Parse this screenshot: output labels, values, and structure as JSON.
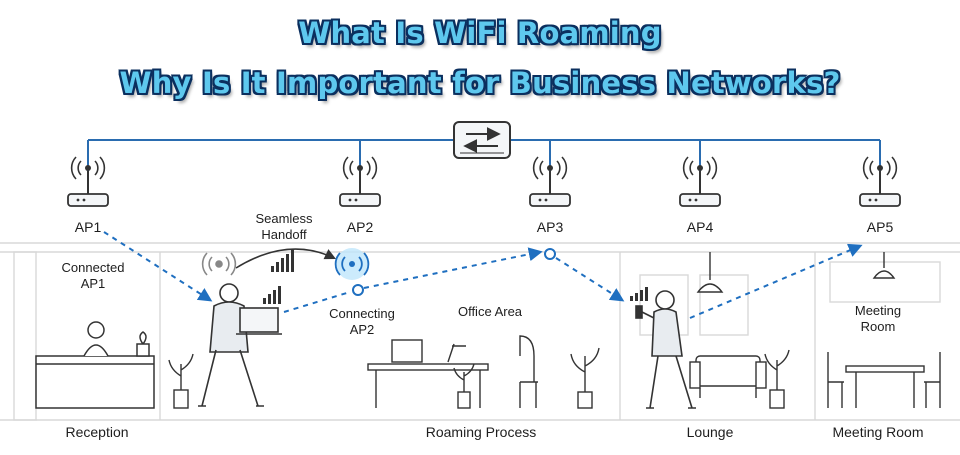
{
  "title": {
    "line1": "What Is WiFi Roaming",
    "line2": "Why Is It Important for Business Networks?"
  },
  "access_points": [
    {
      "label": "AP1"
    },
    {
      "label": "AP2"
    },
    {
      "label": "AP3"
    },
    {
      "label": "AP4"
    },
    {
      "label": "AP5"
    }
  ],
  "annotations": {
    "seamless_handoff": [
      "Seamless",
      "Handoff"
    ],
    "connected": [
      "Connected",
      "AP1"
    ],
    "connecting": [
      "Connecting",
      "AP2"
    ],
    "office_area": "Office Area",
    "meeting_room": [
      "Meeting",
      "Room"
    ]
  },
  "zones": {
    "reception": "Reception",
    "roaming_process": "Roaming Process",
    "lounge": "Lounge",
    "meeting_room": "Meeting Room"
  },
  "colors": {
    "network_line": "#2a6cb0",
    "roaming_path": "#1f6fc0",
    "line_art": "#333333",
    "title_fill": "#5ec8ee",
    "title_outline": "#0b2f5e"
  },
  "icons": [
    "network-switch-icon",
    "wifi-router-icon",
    "person-with-laptop-icon",
    "person-with-phone-icon",
    "signal-bars-icon",
    "wifi-signal-icon"
  ]
}
